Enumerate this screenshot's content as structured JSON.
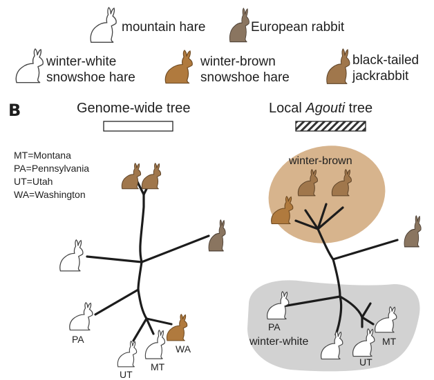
{
  "legend": {
    "mountain_hare": "mountain hare",
    "european_rabbit": "European rabbit",
    "winter_white_line1": "winter-white",
    "winter_white_line2": "snowshoe hare",
    "winter_brown_line1": "winter-brown",
    "winter_brown_line2": "snowshoe hare",
    "jackrabbit_line1": "black-tailed",
    "jackrabbit_line2": "jackrabbit"
  },
  "panel_label": "B",
  "trees": {
    "genome_wide_title": "Genome-wide tree",
    "local_title_prefix": "Local ",
    "local_title_gene": "Agouti",
    "local_title_suffix": " tree"
  },
  "abbreviations": [
    "MT=Montana",
    "PA=Pennsylvania",
    "UT=Utah",
    "WA=Washington"
  ],
  "labels": {
    "left": {
      "pa": "PA",
      "ut": "UT",
      "mt": "MT",
      "wa": "WA"
    },
    "right": {
      "winter_brown": "winter-brown",
      "winter_white": "winter-white",
      "pa": "PA",
      "mt": "MT",
      "ut": "UT"
    }
  },
  "colors": {
    "winter_brown_fill": "#b07a3e",
    "winter_brown_group": "#d7b48d",
    "jackrabbit": "#a0774c",
    "european_rabbit": "#8a7560",
    "winter_white_group": "#d2d2d2",
    "branch": "#1c1c1c"
  },
  "icons": {
    "mountain_hare": "white-hare-icon",
    "european_rabbit": "brown-rabbit-icon",
    "winter_white": "white-hare-icon",
    "winter_brown": "brown-hare-icon",
    "jackrabbit": "jackrabbit-icon"
  }
}
